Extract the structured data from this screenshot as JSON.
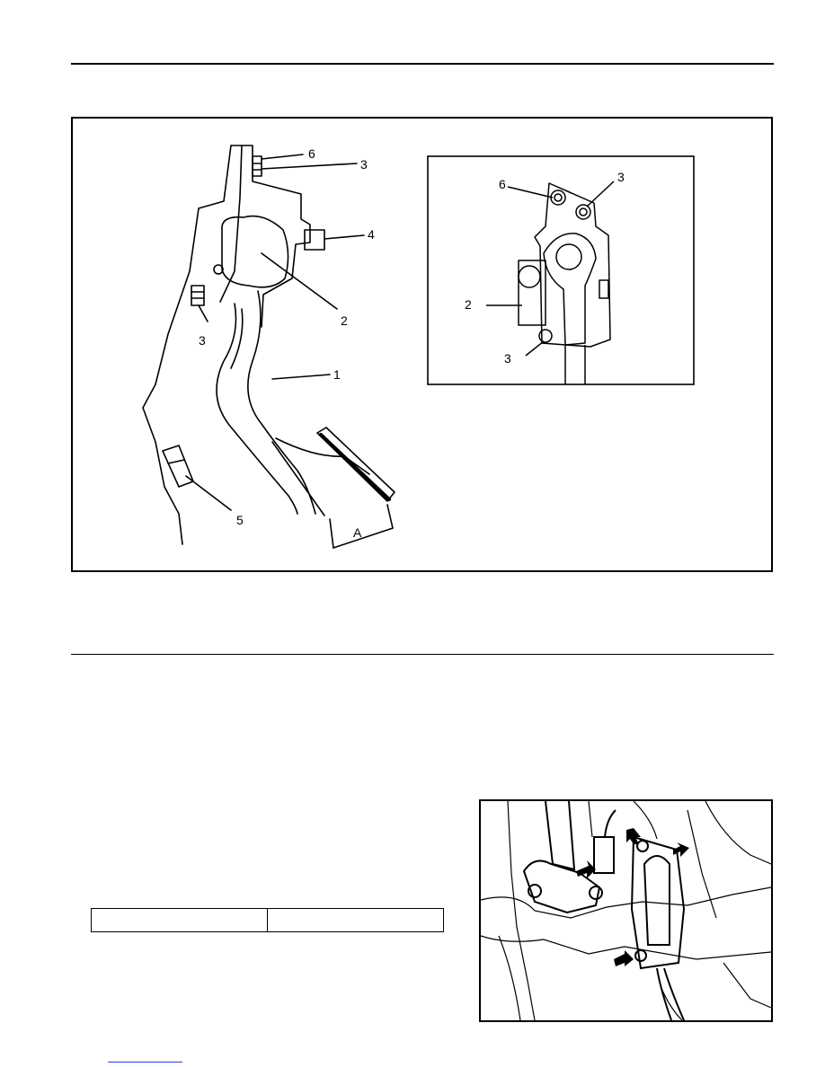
{
  "figure": {
    "main_callouts": {
      "c6": "6",
      "c3_top": "3",
      "c4": "4",
      "c2": "2",
      "c3_left": "3",
      "c1": "1",
      "c5": "5",
      "dim_a": "A"
    },
    "inset_callouts": {
      "c6": "6",
      "c3_top": "3",
      "c2": "2",
      "c3_bottom": "3"
    }
  },
  "colors": {
    "ink": "#000000",
    "paper": "#ffffff",
    "link": "#2a3cff"
  }
}
